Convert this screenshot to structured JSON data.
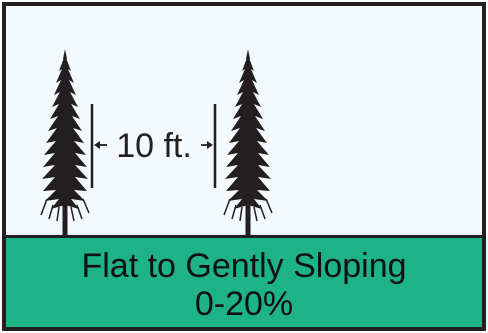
{
  "diagram": {
    "spacing_label": "10 ft.",
    "terrain_label_line1": "Flat to Gently Sloping",
    "terrain_label_line2": "0-20%"
  },
  "colors": {
    "sky": "#f3f9fd",
    "ground": "#1db386",
    "ink": "#231f20"
  }
}
